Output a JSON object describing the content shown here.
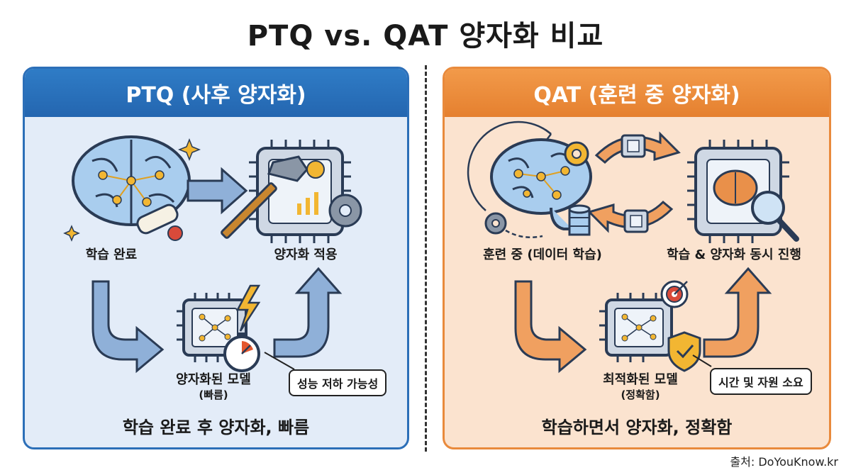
{
  "title": "PTQ vs. QAT 양자화 비교",
  "ptq": {
    "header": "PTQ (사후 양자화)",
    "step1": "학습 완료",
    "step2": "양자화 적용",
    "step3": "양자화된 모델",
    "step3_sub": "(빠름)",
    "callout": "성능 저하 가능성",
    "summary": "학습 완료 후 양자화, 빠름",
    "colors": {
      "accent": "#2c6fb8",
      "panel_bg": "#e3ecf8"
    }
  },
  "qat": {
    "header": "QAT (훈련 중 양자화)",
    "step1": "훈련 중 (데이터 학습)",
    "step2": "학습 & 양자화 동시 진행",
    "step3": "최적화된 모델",
    "step3_sub": "(정확함)",
    "callout": "시간 및 자원 소요",
    "summary": "학습하면서 양자화, 정확함",
    "colors": {
      "accent": "#e98a3c",
      "panel_bg": "#fbe3cf"
    }
  },
  "source": "출처: DoYouKnow.kr"
}
